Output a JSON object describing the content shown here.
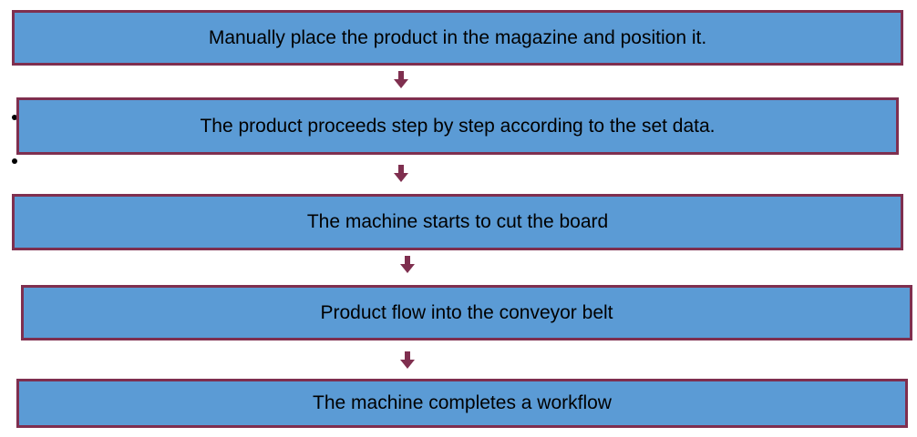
{
  "flowchart": {
    "steps": [
      {
        "label": "Manually place the product in the magazine and position it."
      },
      {
        "label": "The product proceeds step by step according to the set data."
      },
      {
        "label": "The machine starts to cut the board"
      },
      {
        "label": "Product flow into the conveyor belt"
      },
      {
        "label": "The machine completes a workflow"
      }
    ],
    "colors": {
      "box_fill": "#5b9bd5",
      "box_border": "#7f2f4f",
      "arrow": "#7f2f4f",
      "text": "#000000"
    }
  }
}
